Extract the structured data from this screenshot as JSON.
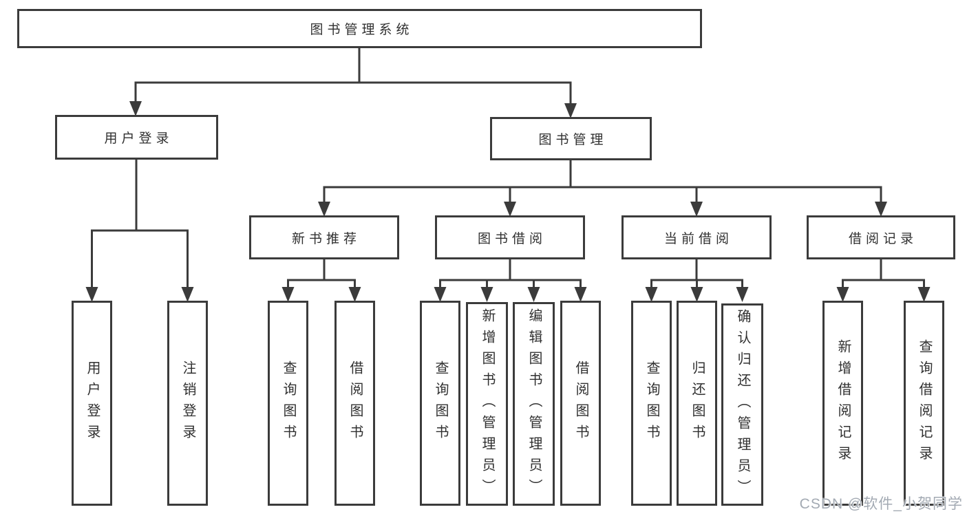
{
  "root": {
    "label": "图书管理系统"
  },
  "level2": [
    {
      "label": "用户登录"
    },
    {
      "label": "图书管理"
    }
  ],
  "level3": [
    {
      "label": "新书推荐"
    },
    {
      "label": "图书借阅"
    },
    {
      "label": "当前借阅"
    },
    {
      "label": "借阅记录"
    }
  ],
  "leaves": [
    {
      "label": "用户登录"
    },
    {
      "label": "注销登录"
    },
    {
      "label": "查询图书"
    },
    {
      "label": "借阅图书"
    },
    {
      "label": "查询图书"
    },
    {
      "label": "新增图书（管理员）"
    },
    {
      "label": "编辑图书（管理员）"
    },
    {
      "label": "借阅图书"
    },
    {
      "label": "查询图书"
    },
    {
      "label": "归还图书"
    },
    {
      "label": "确认归还（管理员）"
    },
    {
      "label": "新增借阅记录"
    },
    {
      "label": "查询借阅记录"
    }
  ],
  "watermark": {
    "text": "CSDN @软件_小贺同学"
  },
  "colors": {
    "line": "#3b3b3b",
    "text": "#303030",
    "watermark": "#a3aab3",
    "background": "#ffffff"
  }
}
